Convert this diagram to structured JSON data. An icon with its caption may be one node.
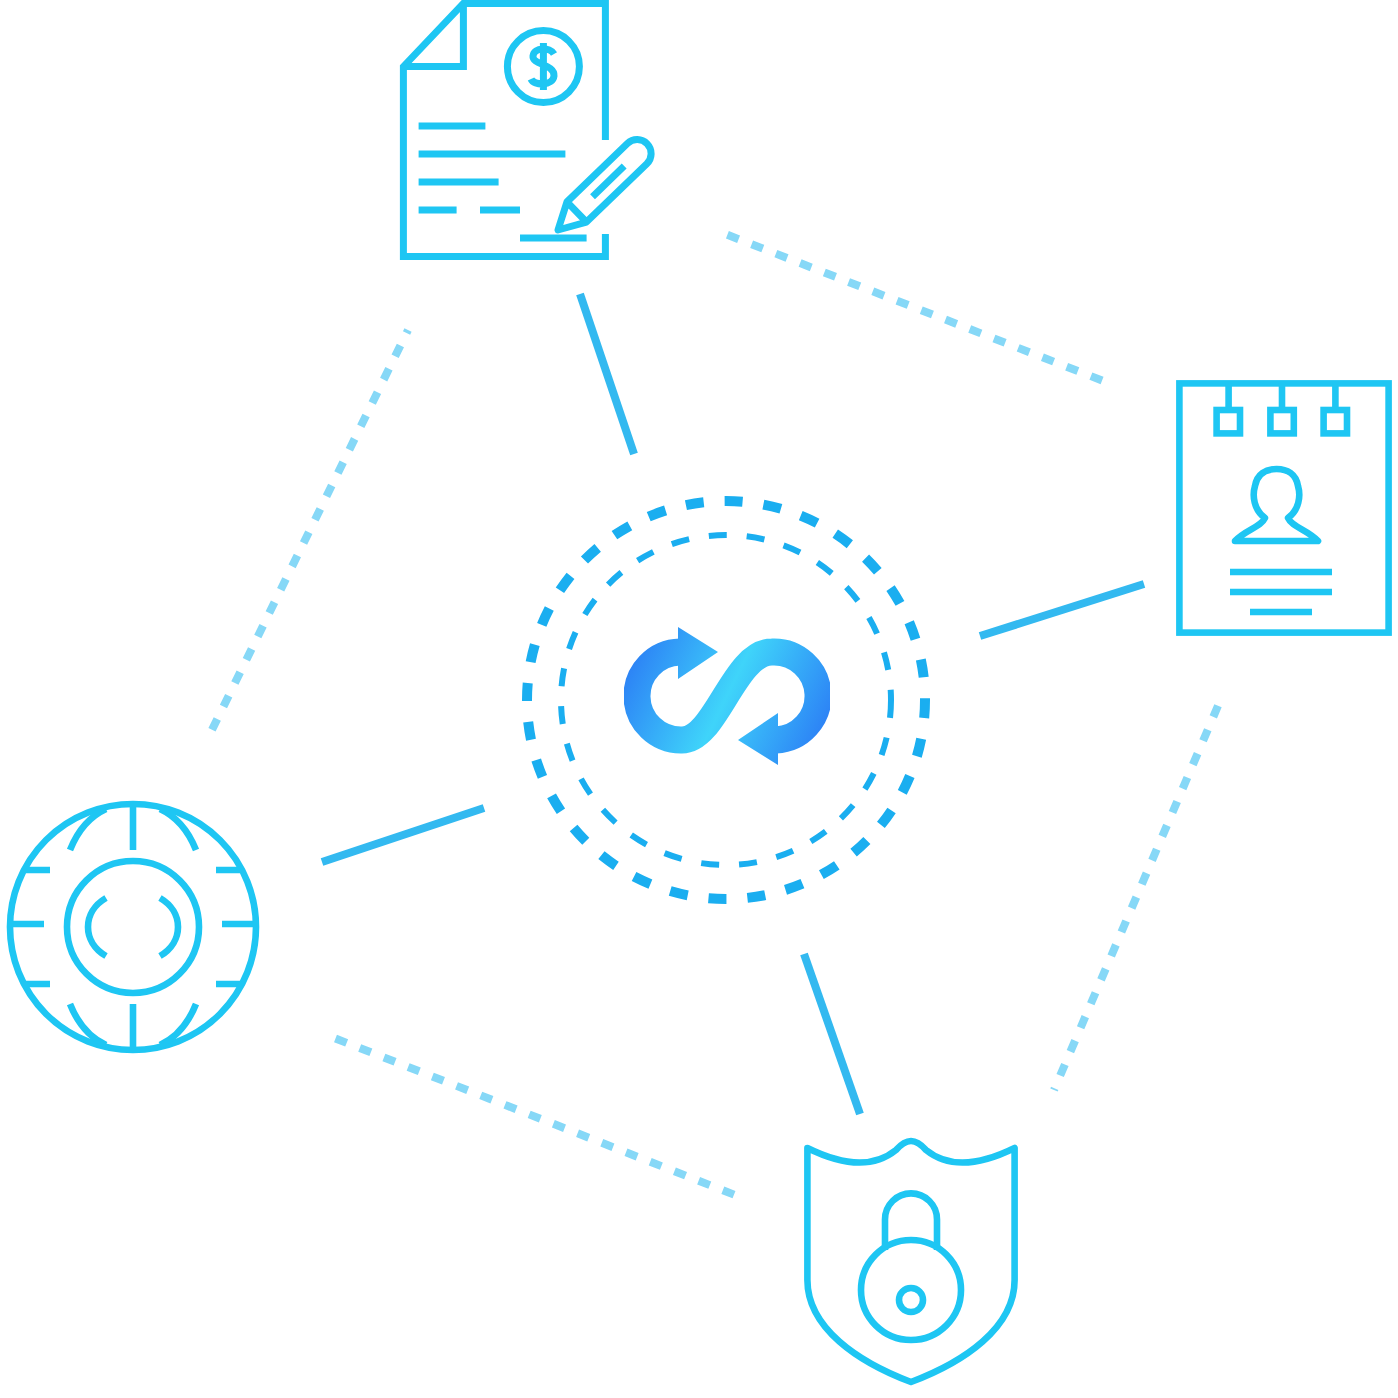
{
  "diagram": {
    "nodes": [
      {
        "text": [],
        "shape": "picture"
      },
      {
        "text": [],
        "shape": "picture"
      },
      {
        "text": [],
        "shape": "circle"
      },
      {
        "text": [],
        "shape": "picture"
      },
      {
        "text": [],
        "shape": "picture"
      }
    ],
    "edges": [
      {
        "from": 2,
        "to": 0,
        "arrow": "none"
      },
      {
        "from": 2,
        "to": 1,
        "arrow": "none"
      },
      {
        "from": 2,
        "to": 3,
        "arrow": "none"
      },
      {
        "from": 2,
        "to": 4,
        "arrow": "none"
      },
      {
        "from": 0,
        "to": 1,
        "arrow": "none",
        "style": "dashed",
        "color": "#86d8f7"
      },
      {
        "from": 1,
        "to": 4,
        "arrow": "none",
        "style": "dashed",
        "color": "#86d8f7"
      },
      {
        "from": 4,
        "to": 3,
        "arrow": "none",
        "style": "dashed",
        "color": "#86d8f7"
      },
      {
        "from": 3,
        "to": 0,
        "arrow": "none",
        "style": "dashed",
        "color": "#86d8f7"
      }
    ]
  }
}
